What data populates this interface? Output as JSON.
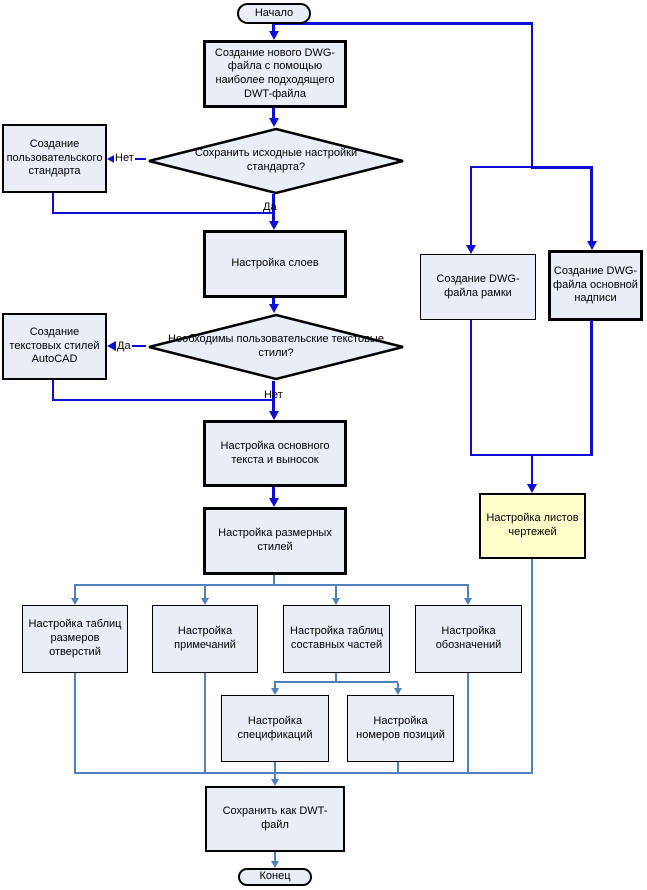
{
  "diagram": {
    "nodes": {
      "start": "Начало",
      "create_dwg": "Создание нового DWG-файла с помощью наиболее подходящего DWT-файла",
      "keep_standard_q": "Сохранить исходные настройки стандарта?",
      "custom_standard": "Создание пользовательского стандарта",
      "layers": "Настройка слоев",
      "need_text_styles_q": "Необходимы пользовательские текстовые стили?",
      "text_styles": "Создание текстовых стилей AutoCAD",
      "body_text": "Настройка основного текста и выносок",
      "dim_styles": "Настройка размерных стилей",
      "hole_tables": "Настройка таблиц размеров отверстий",
      "notes": "Настройка примечаний",
      "parts_tables": "Настройка таблиц составных частей",
      "symbols": "Настройка обозначений",
      "specs": "Настройка спецификаций",
      "item_numbers": "Настройка номеров позиций",
      "save_dwt": "Сохранить как DWT-файл",
      "end": "Конец",
      "frame_dwg": "Создание DWG-файла рамки",
      "titleblock_dwg": "Создание DWG-файла основной надписи",
      "sheets": "Настройка листов чертежей"
    },
    "edge_labels": {
      "no1": "Нет",
      "yes1": "Да",
      "yes2": "Да",
      "no2": "Нет"
    },
    "colors": {
      "main_arrow": "#0d0dd9",
      "sub_arrow": "#4f81bd",
      "node_fill": "#e9edf6",
      "highlight_fill": "#ffffcc",
      "border": "#000000"
    }
  }
}
